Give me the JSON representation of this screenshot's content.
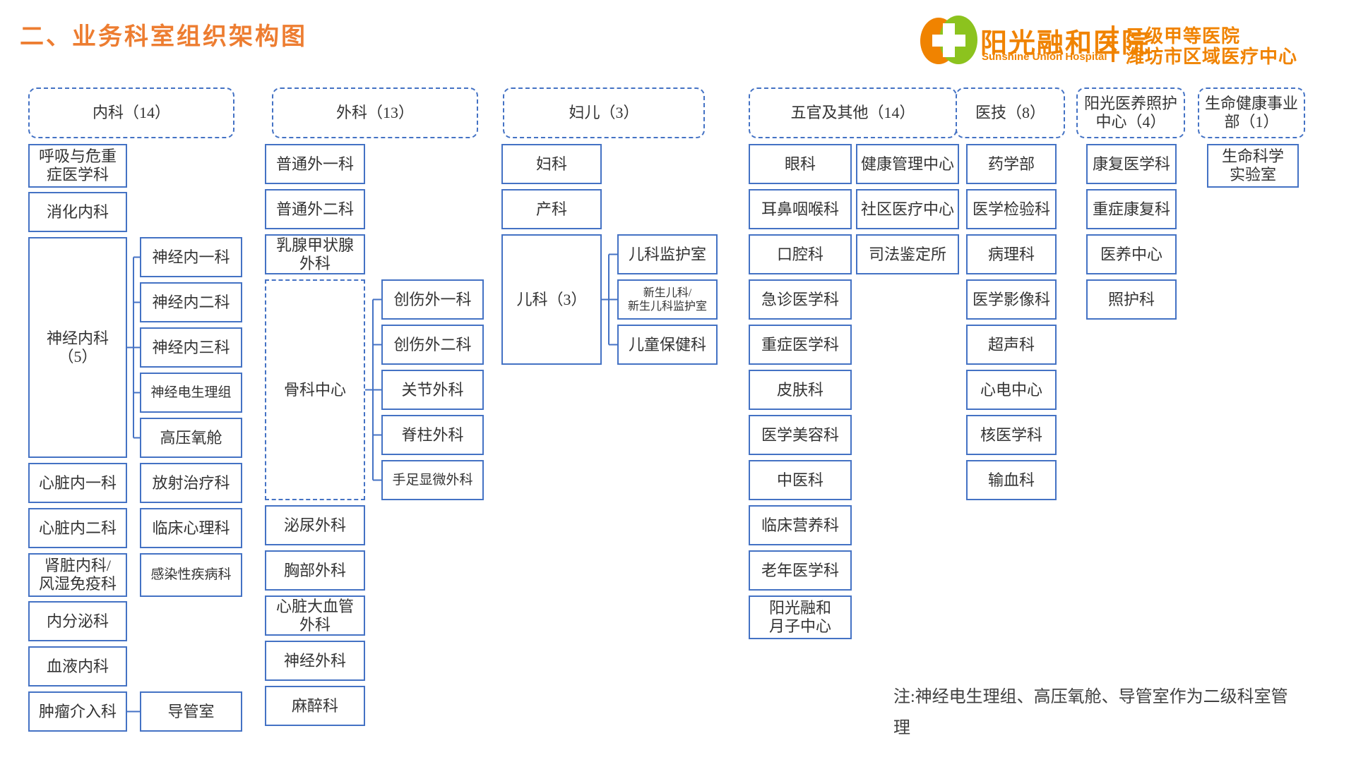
{
  "title": "二、业务科室组织架构图",
  "logo": {
    "name_cn": "阳光融和医院",
    "name_en": "Sunshine Union Hospital",
    "tagline_line1": "三级甲等医院",
    "tagline_line2": "潍坊市区域医疗中心",
    "cross_icon": "hospital-cross",
    "orange": "#F08300",
    "green": "#8CC31E"
  },
  "colors": {
    "title_orange": "#ED7D31",
    "box_border_blue": "#4472C4",
    "text": "#333333"
  },
  "note": {
    "line1": "注:神经电生理组、高压氧舱、导管室作为二级科室管",
    "line2": "理"
  },
  "columns": [
    {
      "header": "内科（14）",
      "items": [
        "呼吸与危重\n症医学科",
        "消化内科",
        "神经内科\n（5）",
        "神经内一科",
        "神经内二科",
        "神经内三科",
        "神经电生理组",
        "高压氧舱",
        "心脏内一科",
        "放射治疗科",
        "心脏内二科",
        "临床心理科",
        "肾脏内科/\n风湿免疫科",
        "感染性疾病科",
        "内分泌科",
        "血液内科",
        "肿瘤介入科",
        "导管室"
      ]
    },
    {
      "header": "外科（13）",
      "items": [
        "普通外一科",
        "普通外二科",
        "乳腺甲状腺\n外科",
        "骨科中心",
        "创伤外一科",
        "创伤外二科",
        "关节外科",
        "脊柱外科",
        "手足显微外科",
        "泌尿外科",
        "胸部外科",
        "心脏大血管\n外科",
        "神经外科",
        "麻醉科"
      ]
    },
    {
      "header": "妇儿（3）",
      "items": [
        "妇科",
        "产科",
        "儿科（3）",
        "儿科监护室",
        "新生儿科/\n新生儿科监护室",
        "儿童保健科"
      ]
    },
    {
      "header": "五官及其他（14）",
      "items": [
        "眼科",
        "耳鼻咽喉科",
        "口腔科",
        "急诊医学科",
        "重症医学科",
        "皮肤科",
        "医学美容科",
        "中医科",
        "临床营养科",
        "老年医学科",
        "阳光融和\n月子中心",
        "健康管理中心",
        "社区医疗中心",
        "司法鉴定所"
      ]
    },
    {
      "header": "医技（8）",
      "items": [
        "药学部",
        "医学检验科",
        "病理科",
        "医学影像科",
        "超声科",
        "心电中心",
        "核医学科",
        "输血科"
      ]
    },
    {
      "header": "阳光医养照护\n中心（4）",
      "items": [
        "康复医学科",
        "重症康复科",
        "医养中心",
        "照护科"
      ]
    },
    {
      "header": "生命健康事业\n部（1）",
      "items": [
        "生命科学\n实验室"
      ]
    }
  ]
}
